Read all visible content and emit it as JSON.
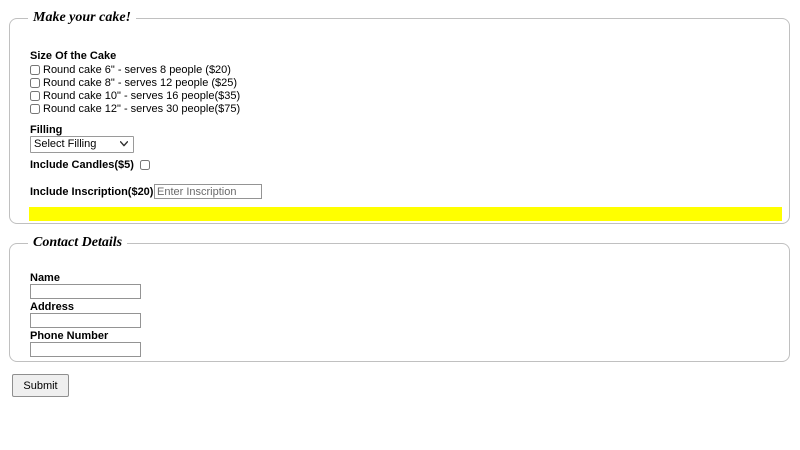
{
  "cake_panel": {
    "legend": "Make your cake!",
    "size_group": {
      "label": "Size Of the Cake",
      "options": [
        {
          "label": "Round cake 6\" - serves 8 people ($20)",
          "checked": false
        },
        {
          "label": "Round cake 8\" - serves 12 people ($25)",
          "checked": false
        },
        {
          "label": "Round cake 10\" - serves 16 people($35)",
          "checked": false
        },
        {
          "label": "Round cake 12\" - serves 30 people($75)",
          "checked": false
        }
      ]
    },
    "filling": {
      "label": "Filling",
      "selected": "Select Filling",
      "options": [
        "Select Filling"
      ],
      "arrow_icon": "chevron-down-icon"
    },
    "candles": {
      "label": "Include Candles($5)",
      "checked": false
    },
    "inscription": {
      "label": "Include Inscription($20)",
      "checked": false,
      "value": "",
      "placeholder": "Enter Inscription"
    },
    "total_bar": {
      "text": "",
      "color": "#ffff00"
    }
  },
  "contact_panel": {
    "legend": "Contact Details",
    "fields": [
      {
        "label": "Name",
        "value": "",
        "placeholder": ""
      },
      {
        "label": "Address",
        "value": "",
        "placeholder": ""
      },
      {
        "label": "Phone Number",
        "value": "",
        "placeholder": ""
      }
    ]
  },
  "submit": {
    "label": "Submit"
  },
  "colors": {
    "accent_total": "#ffff00",
    "panel_border": "#c0c0c0",
    "input_border": "#949494",
    "button_face": "#efefef"
  }
}
